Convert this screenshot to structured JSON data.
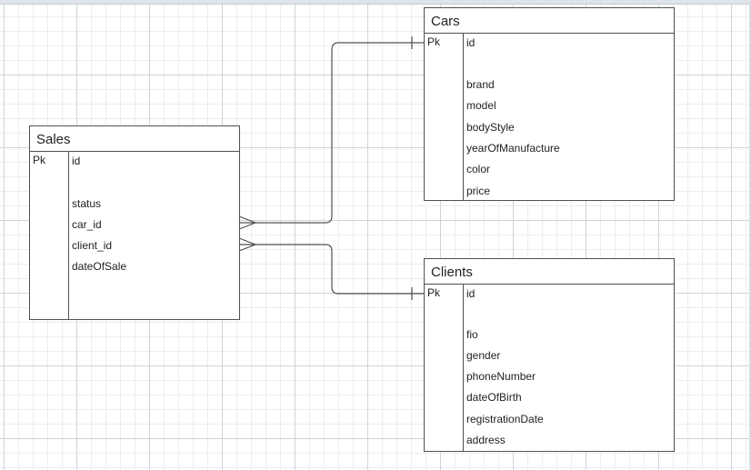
{
  "entities": {
    "cars": {
      "title": "Cars",
      "pk": "Pk",
      "fields": [
        "id",
        "",
        "brand",
        "model",
        "bodyStyle",
        "yearOfManufacture",
        "color",
        "price"
      ]
    },
    "sales": {
      "title": "Sales",
      "pk": "Pk",
      "fields": [
        "id",
        "",
        "status",
        "car_id",
        "client_id",
        "dateOfSale"
      ]
    },
    "clients": {
      "title": "Clients",
      "pk": "Pk",
      "fields": [
        "id",
        "",
        "fio",
        "gender",
        "phoneNumber",
        "dateOfBirth",
        "registrationDate",
        "address"
      ]
    }
  },
  "relationships": [
    {
      "from": "sales.car_id",
      "to": "cars.id",
      "from_end": "many",
      "to_end": "one"
    },
    {
      "from": "sales.client_id",
      "to": "clients.id",
      "from_end": "many",
      "to_end": "one"
    }
  ],
  "colors": {
    "line": "#505050",
    "grid_major": "#cfd3da",
    "grid_minor": "#ebedf1"
  }
}
